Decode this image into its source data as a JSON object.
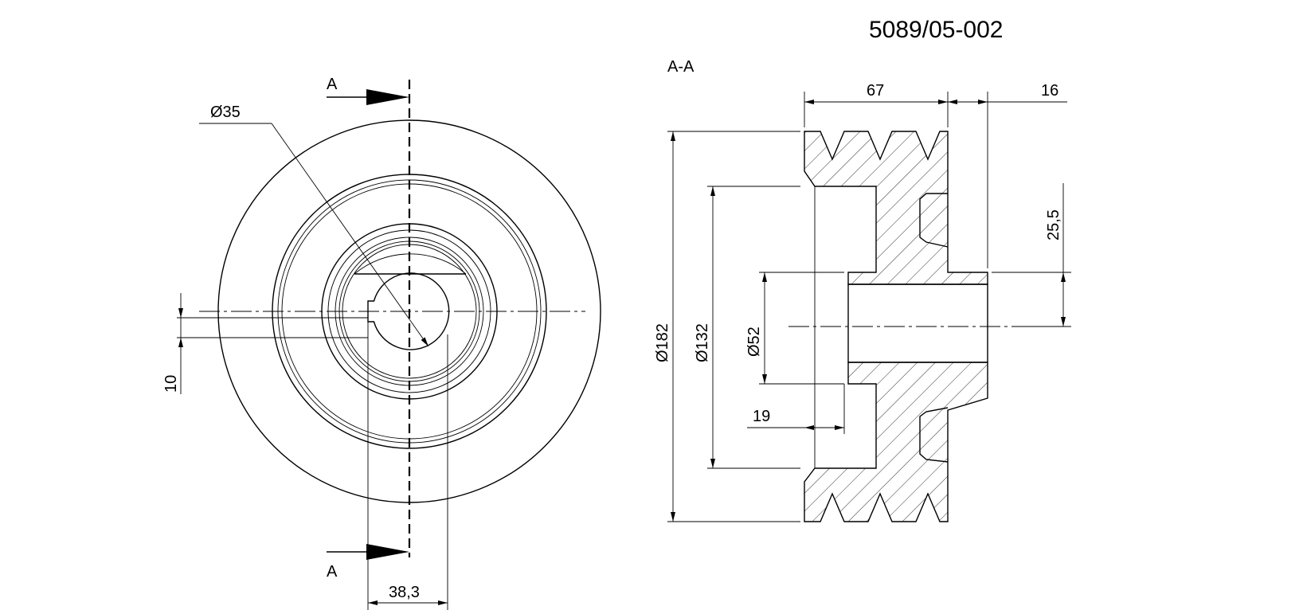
{
  "drawing_number": "5089/05-002",
  "section_label": "A-A",
  "cut_marks": {
    "top": "A",
    "bottom": "A"
  },
  "front_view": {
    "bore_diameter": "Ø35",
    "key_width": "10",
    "key_depth": "38,3"
  },
  "section_view": {
    "overall_diameter": "Ø182",
    "recess_diameter": "Ø132",
    "hub_diameter": "Ø52",
    "width": "67",
    "hub_extension": "16",
    "recess_depth": "19",
    "radial_dimension": "25,5"
  }
}
